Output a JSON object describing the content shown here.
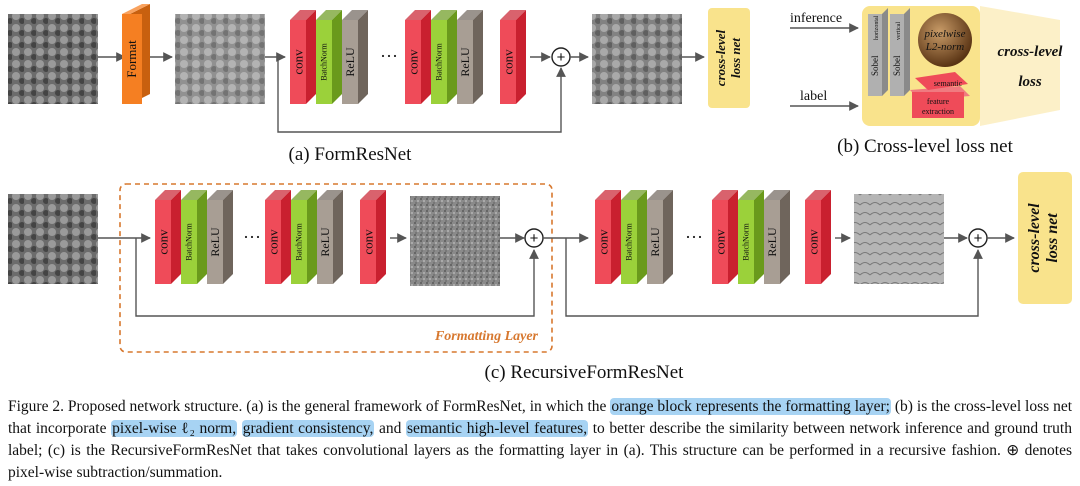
{
  "panel_a": {
    "caption": "(a) FormResNet",
    "format_label": "Format",
    "layers": [
      "conv",
      "BatchNorm",
      "ReLU"
    ],
    "last_layer": "conv",
    "dots": "···",
    "plus": "+",
    "loss_line1": "cross-level",
    "loss_line2": "loss net"
  },
  "panel_b": {
    "caption": "(b) Cross-level loss net",
    "input_inference": "inference",
    "input_label": "label",
    "sobel": "Sobel",
    "horizontal": "horizontal",
    "vertical": "vertical",
    "pixelwise": "pixelwise",
    "l2norm": "L2-norm",
    "semantic": "semantic",
    "feature_extraction_1": "feature",
    "feature_extraction_2": "extraction",
    "side_line1": "cross-level",
    "side_line2": "loss"
  },
  "panel_c": {
    "caption": "(c) RecursiveFormResNet",
    "formatting_layer": "Formatting Layer",
    "layers": [
      "conv",
      "BatchNorm",
      "ReLU"
    ],
    "last_layer": "conv",
    "dots": "···",
    "plus": "+",
    "loss_line1": "cross-level",
    "loss_line2": "loss net"
  },
  "caption": {
    "t1": "Figure 2. Proposed network structure. (a) is the general framework of FormResNet, in which the ",
    "h1": "orange block represents the formatting layer;",
    "t2": " (b) is the cross-level loss net that incorporate ",
    "h2": "pixel-wise ℓ₂ norm,",
    "t3": " ",
    "h3": "gradient consistency,",
    "t4": " and ",
    "h4": "semantic high-level features,",
    "t5": " to better describe the similarity between network inference and ground truth label; (c) is the RecursiveFormResNet that takes convolutional layers as the formatting layer in (a). This structure can be performed in a recursive fashion. ⊕ denotes pixel-wise subtraction/summation."
  },
  "colors": {
    "conv_front": "#ef4b59",
    "conv_side": "#c9202f",
    "bn_front": "#9bd13a",
    "bn_side": "#6a9a1c",
    "relu_front": "#a89e94",
    "relu_side": "#6f655c",
    "format_front": "#f57f22",
    "loss_box": "#f9e38c",
    "dashed": "#d7782f"
  }
}
